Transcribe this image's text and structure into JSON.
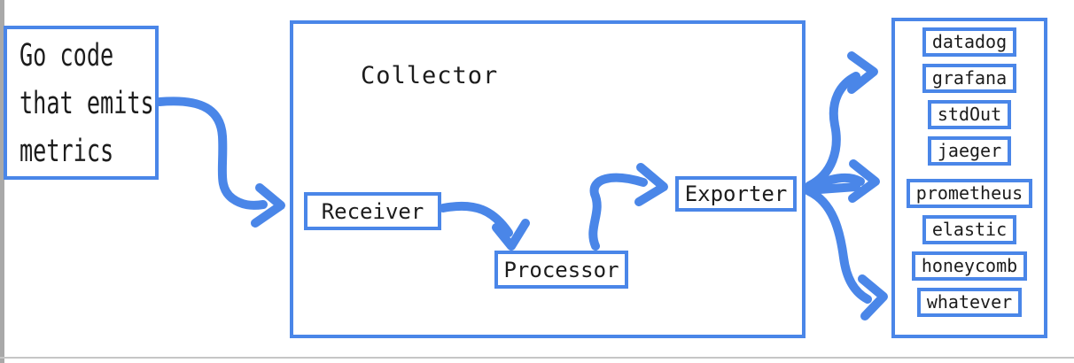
{
  "window": {
    "left_edge_color": "#a9a9a9",
    "bottom_divider_color": "#c6c6c6"
  },
  "colors": {
    "accent_blue": "#4a86e8",
    "text": "#1c1c1c",
    "background": "#ffffff"
  },
  "source_box": {
    "lines": [
      "Go code",
      "that emits",
      "metrics"
    ]
  },
  "collector": {
    "title": "Collector",
    "receiver_label": "Receiver",
    "processor_label": "Processor",
    "exporter_label": "Exporter"
  },
  "destinations": {
    "items": [
      {
        "label": "datadog"
      },
      {
        "label": "grafana"
      },
      {
        "label": "stdOut"
      },
      {
        "label": "jaeger"
      },
      {
        "label": "prometheus"
      },
      {
        "label": "elastic"
      },
      {
        "label": "honeycomb"
      },
      {
        "label": "whatever"
      }
    ]
  },
  "arrows": [
    {
      "name": "source-to-receiver"
    },
    {
      "name": "receiver-to-processor"
    },
    {
      "name": "processor-to-exporter"
    },
    {
      "name": "exporter-to-top-destinations"
    },
    {
      "name": "exporter-to-middle-destinations"
    },
    {
      "name": "exporter-to-bottom-destinations"
    }
  ]
}
